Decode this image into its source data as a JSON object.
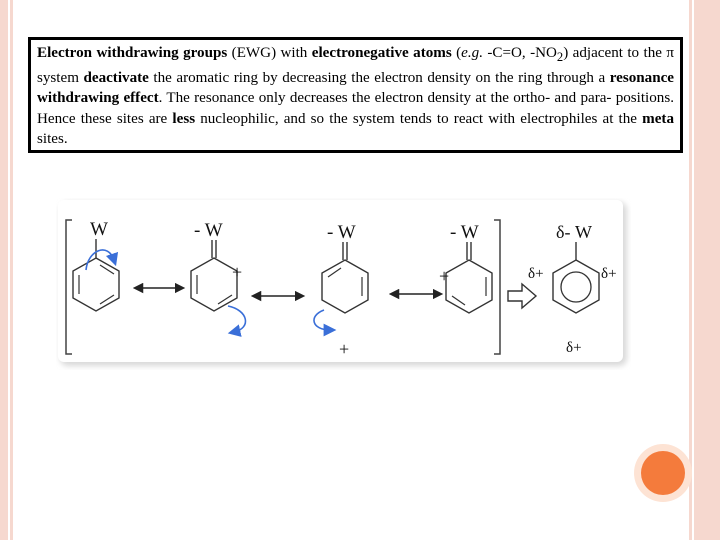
{
  "paragraph": {
    "s1": "Electron withdrawing groups",
    "s2": " (EWG) with ",
    "s3": "electronegative atoms",
    "s4": " (",
    "s5": "e.g.",
    "s6": " -C=O, -NO",
    "s7": "2",
    "s8": ") adjacent to the ",
    "s9": "π",
    "s10": " system ",
    "s11": "deactivate",
    "s12": " the aromatic ring by decreasing the electron density on the ring through a ",
    "s13": "resonance withdrawing effect",
    "s14": ".  The resonance only decreases the electron density at the ortho- and para- positions. Hence these sites are ",
    "s15": "less",
    "s16": " nucleophilic, and so the system tends to react with electrophiles at the ",
    "s17": "meta",
    "s18": " sites."
  },
  "figure": {
    "w": "W",
    "minus_w": "- W",
    "plus": "+",
    "delta_minus_w": "δ- W",
    "delta_plus": "δ+"
  },
  "colors": {
    "arrow_blue": "#3a6fd8",
    "accent_orange": "#f47b3c",
    "stripe_pink": "#f6d8cf"
  }
}
